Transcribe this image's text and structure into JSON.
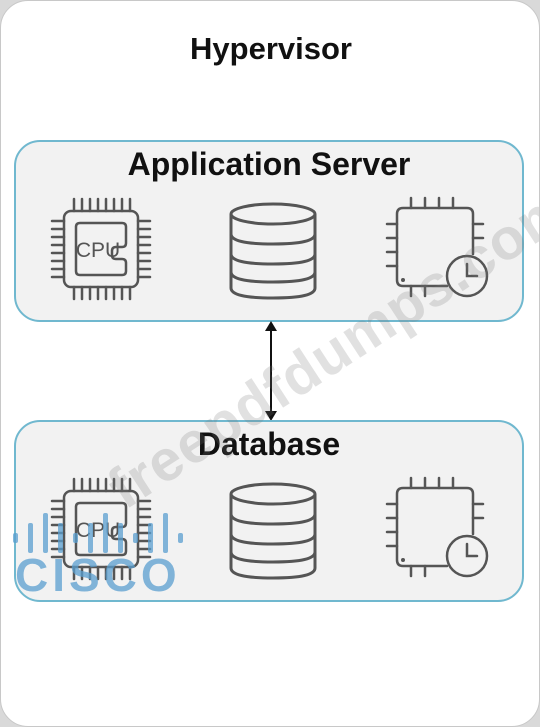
{
  "title": "Hypervisor",
  "tiers": [
    {
      "name": "Application Server",
      "icons": [
        "cpu-icon",
        "database-icon",
        "chip-clock-icon"
      ],
      "cpu_label": "CPU"
    },
    {
      "name": "Database",
      "icons": [
        "cpu-icon",
        "database-icon",
        "chip-clock-icon"
      ],
      "cpu_label": "CPU"
    }
  ],
  "connector": "bidirectional-arrow",
  "watermark": "freepdfdumps.com",
  "logo": "cisco",
  "colors": {
    "box_border": "#70b8cf",
    "box_fill": "#f2f2f2",
    "icon_stroke": "#555555",
    "logo": "#5a9fd0"
  }
}
